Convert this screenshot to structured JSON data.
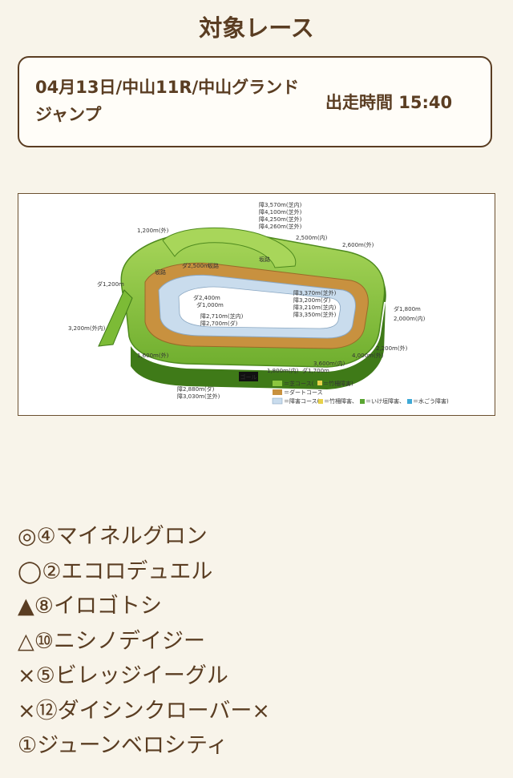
{
  "page": {
    "title": "対象レース"
  },
  "race": {
    "name": "04月13日/中山11R/中山グランドジャンプ",
    "post_time": "出走時間 15:40"
  },
  "course_map": {
    "colors": {
      "turf": "#8cc63f",
      "turf_dark": "#4e8a1e",
      "dirt": "#c8913f",
      "jump": "#c9dced"
    },
    "labels": {
      "jump_top": [
        "障3,570m(芝内)",
        "障4,100m(芝外)",
        "障4,250m(芝外)",
        "障4,260m(芝外)"
      ],
      "turf_1200": "1,200m(外)",
      "turf_2500": "2,500m(内)",
      "turf_2600": "2,600m(外)",
      "dirt_2500": "ダ2,500m",
      "slope_left": "坂路",
      "slope_right": "坂路",
      "slope_mid": "坂路",
      "dirt_1200": "ダ1,200m",
      "dirt_2400": "ダ2,400m",
      "dirt_1000": "ダ1,000m",
      "jump_2710": "障2,710m(芝内)",
      "jump_2700": "障2,700m(ダ)",
      "jump_mid": [
        "障3,370m(芝外)",
        "障3,200m(ダ)",
        "障3,210m(芝内)",
        "障3,350m(芝外)"
      ],
      "dirt_1800": "ダ1,800m",
      "turf_2000": "2,000m(内)",
      "turf_3200": "3,200m(外内)",
      "turf_1600": "1,600m(外)",
      "turf_2200": "2,200m(外)",
      "turf_4000": "4,000m(外)",
      "jump_3600": "3,600m(内)",
      "turf_1800": "1,800m(内)",
      "dirt_1700": "ダ1,700m",
      "goal": "ゴール",
      "jump_bottom": [
        "障2,880m(ダ)",
        "障3,030m(芝外)"
      ]
    },
    "legend": {
      "turf": "＝芝コース(",
      "turf_note": "＝竹柵障害)",
      "dirt": "＝ダートコース",
      "jump": "＝障害コース(",
      "jump_note_1": "＝竹柵障害、",
      "jump_note_2": "＝いけ垣障害、",
      "jump_note_3": "＝水ごう障害)"
    }
  },
  "picks": [
    {
      "text": "◎④マイネルグロン"
    },
    {
      "text": "◯②エコロデュエル"
    },
    {
      "text": "▲⑧イロゴトシ"
    },
    {
      "text": "△⑩ニシノデイジー"
    },
    {
      "text": "×⑤ビレッジイーグル"
    },
    {
      "text": "×⑫ダイシンクローバー×"
    },
    {
      "text": "①ジューンベロシティ"
    }
  ]
}
